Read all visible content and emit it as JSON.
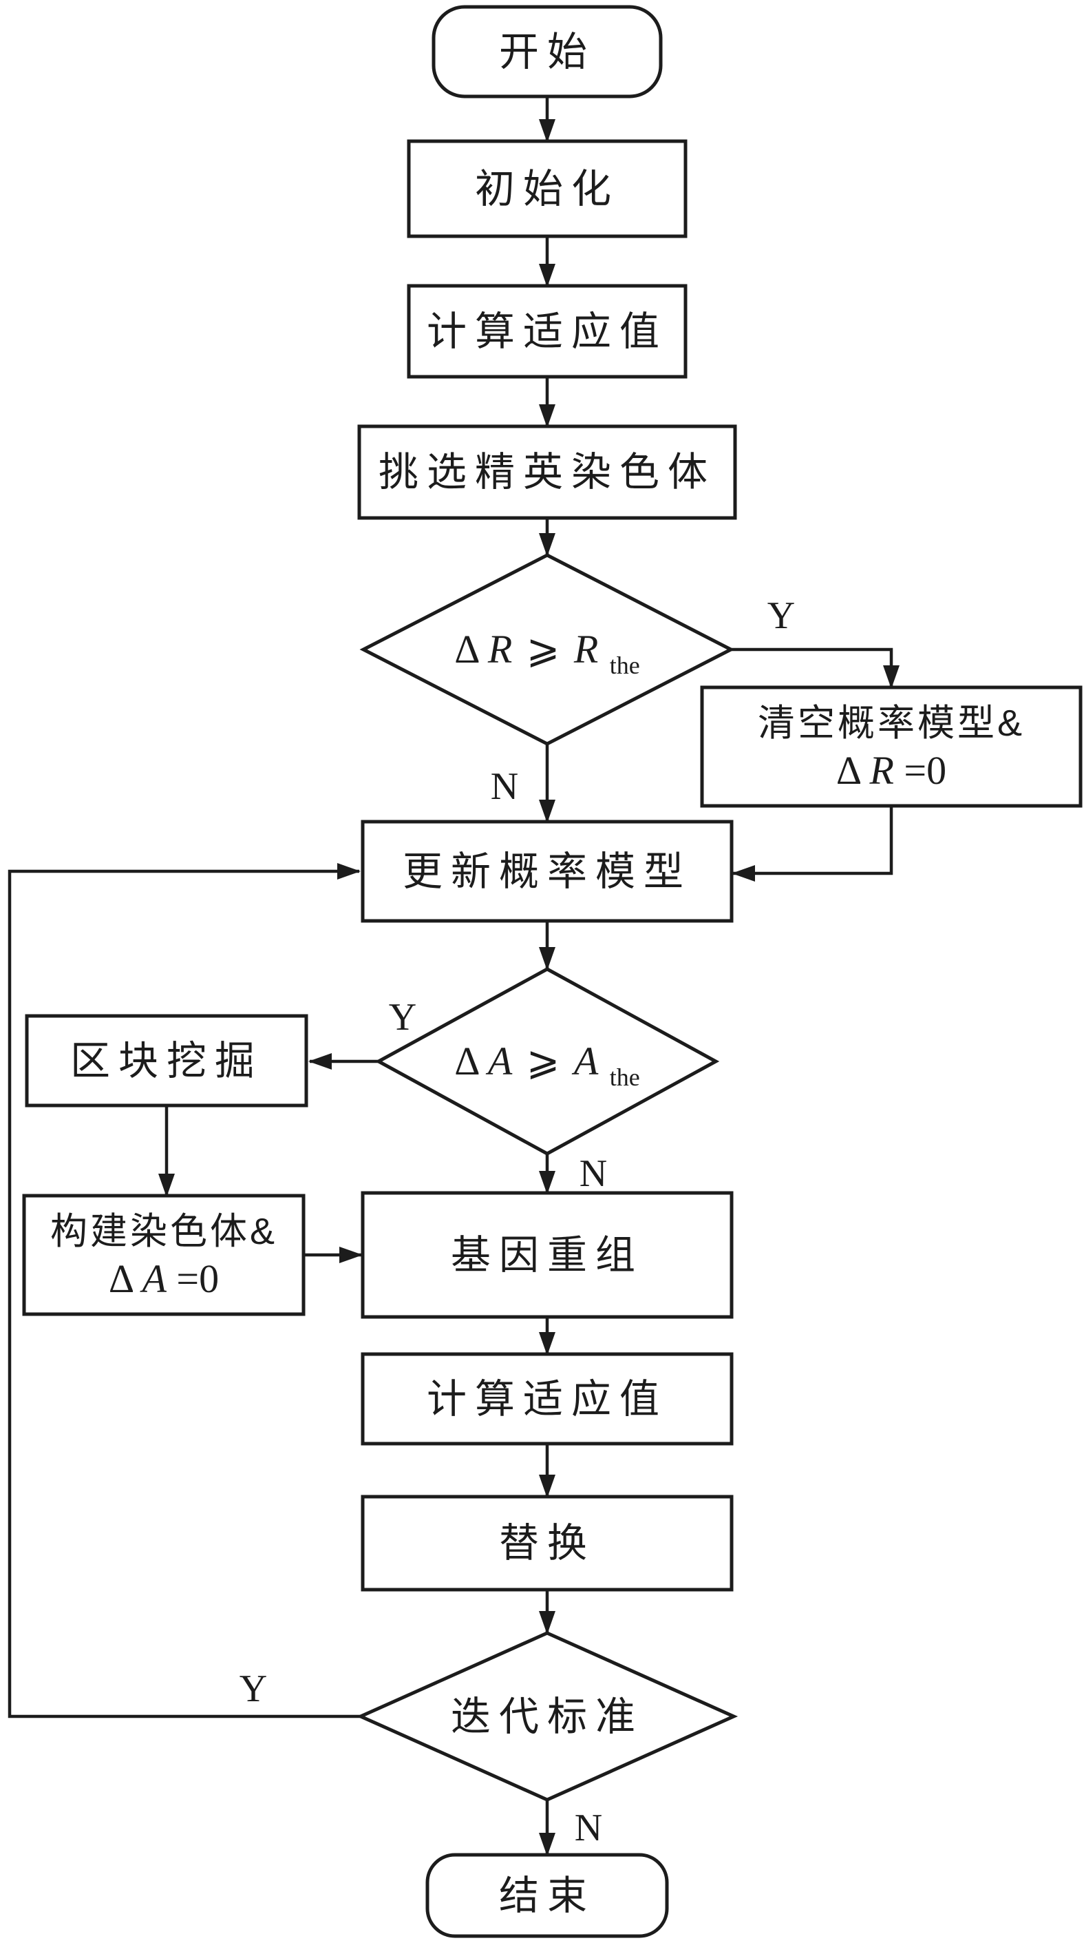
{
  "flowchart": {
    "nodes": {
      "start": {
        "label": "开始"
      },
      "init": {
        "label": "初始化"
      },
      "fitness1": {
        "label": "计算适应值"
      },
      "elite": {
        "label": "挑选精英染色体"
      },
      "decision_r": {
        "delta": "Δ",
        "lhs": "R",
        "op": "⩾",
        "rhs": "R",
        "rhs_sub": "the"
      },
      "clear_model": {
        "line1": "清空概率模型&",
        "delta": "Δ",
        "var": "R",
        "rest": "=0"
      },
      "update_model": {
        "label": "更新概率模型"
      },
      "decision_a": {
        "delta": "Δ",
        "lhs": "A",
        "op": "⩾",
        "rhs": "A",
        "rhs_sub": "the"
      },
      "block_mining": {
        "label": "区块挖掘"
      },
      "build_chromosome": {
        "line1": "构建染色体&",
        "delta": "Δ",
        "var": "A",
        "rest": "=0"
      },
      "recombination": {
        "label": "基因重组"
      },
      "fitness2": {
        "label": "计算适应值"
      },
      "replace": {
        "label": "替换"
      },
      "decision_iter": {
        "label": "迭代标准"
      },
      "end": {
        "label": "结束"
      }
    },
    "branch_labels": {
      "r_yes": "Y",
      "r_no": "N",
      "a_yes": "Y",
      "a_no": "N",
      "iter_yes": "Y",
      "iter_no": "N"
    },
    "colors": {
      "line": "#1c1c1c",
      "fill": "#ffffff",
      "text": "#1c1c1c"
    }
  }
}
